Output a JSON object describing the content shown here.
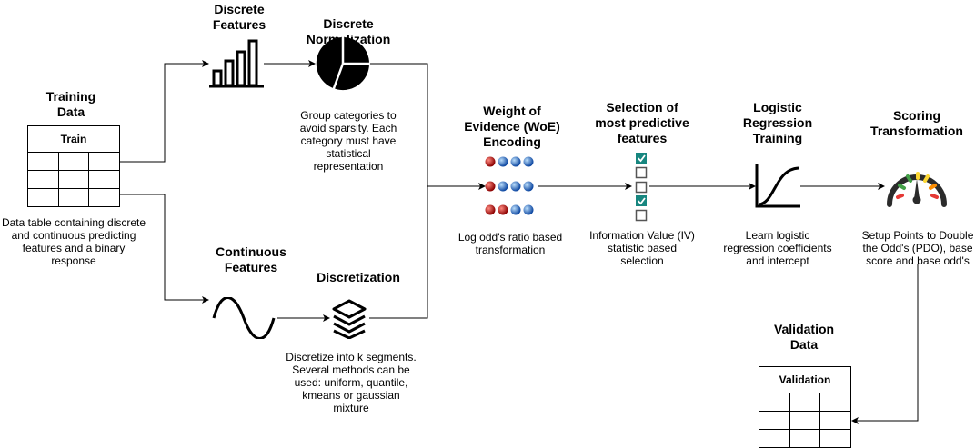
{
  "training": {
    "title": "Training\nData",
    "table_header": "Train",
    "description": "Data table containing discrete\nand continuous predicting\nfeatures and a binary\nresponse"
  },
  "discrete_features": {
    "title": "Discrete\nFeatures"
  },
  "discrete_normalization": {
    "title": "Discrete\nNormalization",
    "description": "Group categories to\navoid sparsity. Each\ncategory must have\nstatistical\nrepresentation"
  },
  "continuous_features": {
    "title": "Continuous\nFeatures"
  },
  "discretization": {
    "title": "Discretization",
    "description": "Discretize into k segments.\nSeveral methods can be\nused: uniform, quantile,\nkmeans or gaussian\nmixture"
  },
  "woe": {
    "title": "Weight of\nEvidence (WoE)\nEncoding",
    "description": "Log odd's ratio based\ntransformation"
  },
  "selection": {
    "title": "Selection of\nmost predictive\nfeatures",
    "description": "Information Value (IV)\nstatistic based\nselection"
  },
  "logistic": {
    "title": "Logistic\nRegression\nTraining",
    "description": "Learn logistic\nregression coefficients\nand intercept"
  },
  "scoring": {
    "title": "Scoring\nTransformation",
    "description": "Setup Points to Double\nthe Odd's (PDO), base\nscore and base odd's"
  },
  "validation": {
    "title": "Validation\nData",
    "table_header": "Validation"
  },
  "colors": {
    "check_teal": "#17867f",
    "ball_red": "#b22222",
    "ball_blue": "#1e73d9",
    "gauge_red": "#e53935",
    "gauge_green": "#43a047",
    "gauge_yellow": "#fdd835",
    "gauge_orange": "#fb8c00"
  }
}
